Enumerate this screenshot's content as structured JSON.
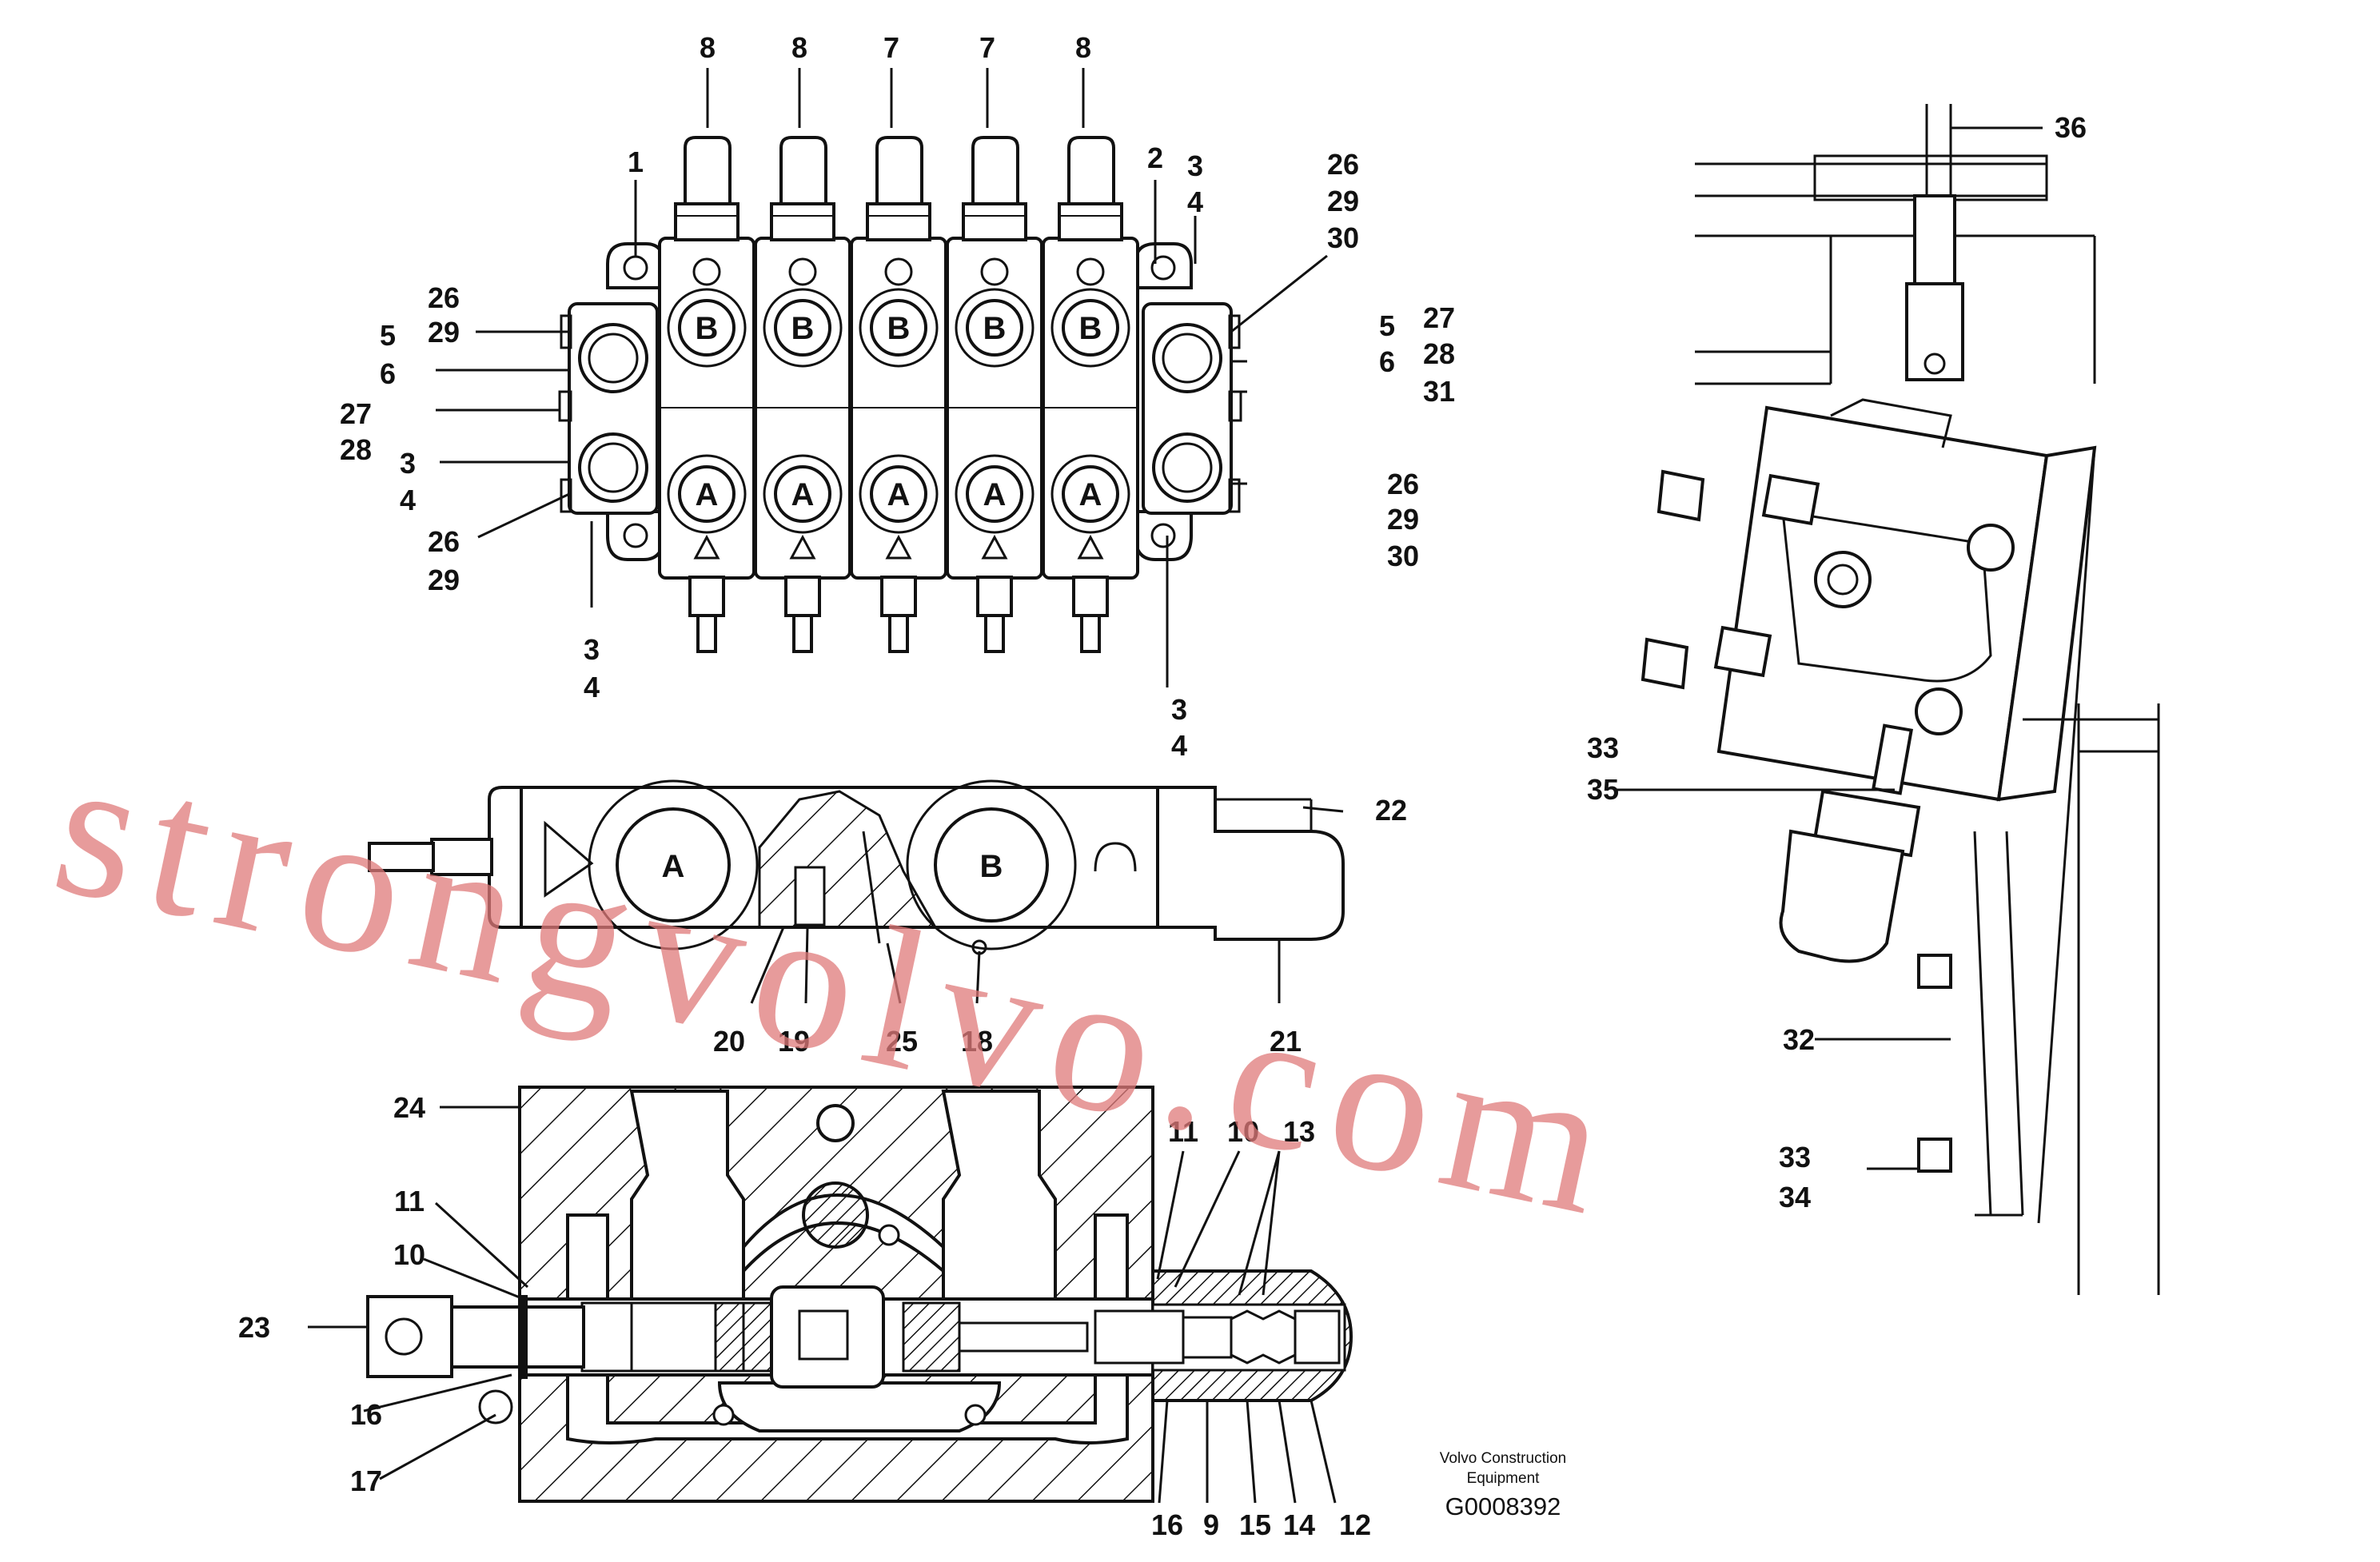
{
  "callouts": {
    "top_a": "8",
    "top_b": "8",
    "top_c": "7",
    "top_d": "7",
    "top_e": "8",
    "c1": "1",
    "c2": "2",
    "c3": "3",
    "c4": "4",
    "l26a": "26",
    "l29a": "29",
    "l5a": "5",
    "l6a": "6",
    "l27a": "27",
    "l28a": "28",
    "l3a": "3",
    "l4a": "4",
    "l26b": "26",
    "l29b": "29",
    "b3": "3",
    "b4": "4",
    "r26a": "26",
    "r29a": "29",
    "r30a": "30",
    "r5": "5",
    "r27": "27",
    "r28": "28",
    "r6": "6",
    "r31": "31",
    "r26b": "26",
    "r29b": "29",
    "r30b": "30",
    "rb3": "3",
    "rb4": "4",
    "m22": "22",
    "m20": "20",
    "m19": "19",
    "m25": "25",
    "m18": "18",
    "m21": "21",
    "s24": "24",
    "s11": "11",
    "s10": "10",
    "s23": "23",
    "s16": "16",
    "s17": "17",
    "s11r": "11",
    "s10r": "10",
    "s13": "13",
    "s16b": "16",
    "s9": "9",
    "s15": "15",
    "s14": "14",
    "s12": "12",
    "p36": "36",
    "p33": "33",
    "p35": "35",
    "p32": "32",
    "p33b": "33",
    "p34": "34"
  },
  "ports": {
    "b": "B",
    "a": "A"
  },
  "watermark": "strongvolvo.com",
  "caption": {
    "line1": "Volvo Construction",
    "line2": "Equipment",
    "code": "G0008392"
  }
}
